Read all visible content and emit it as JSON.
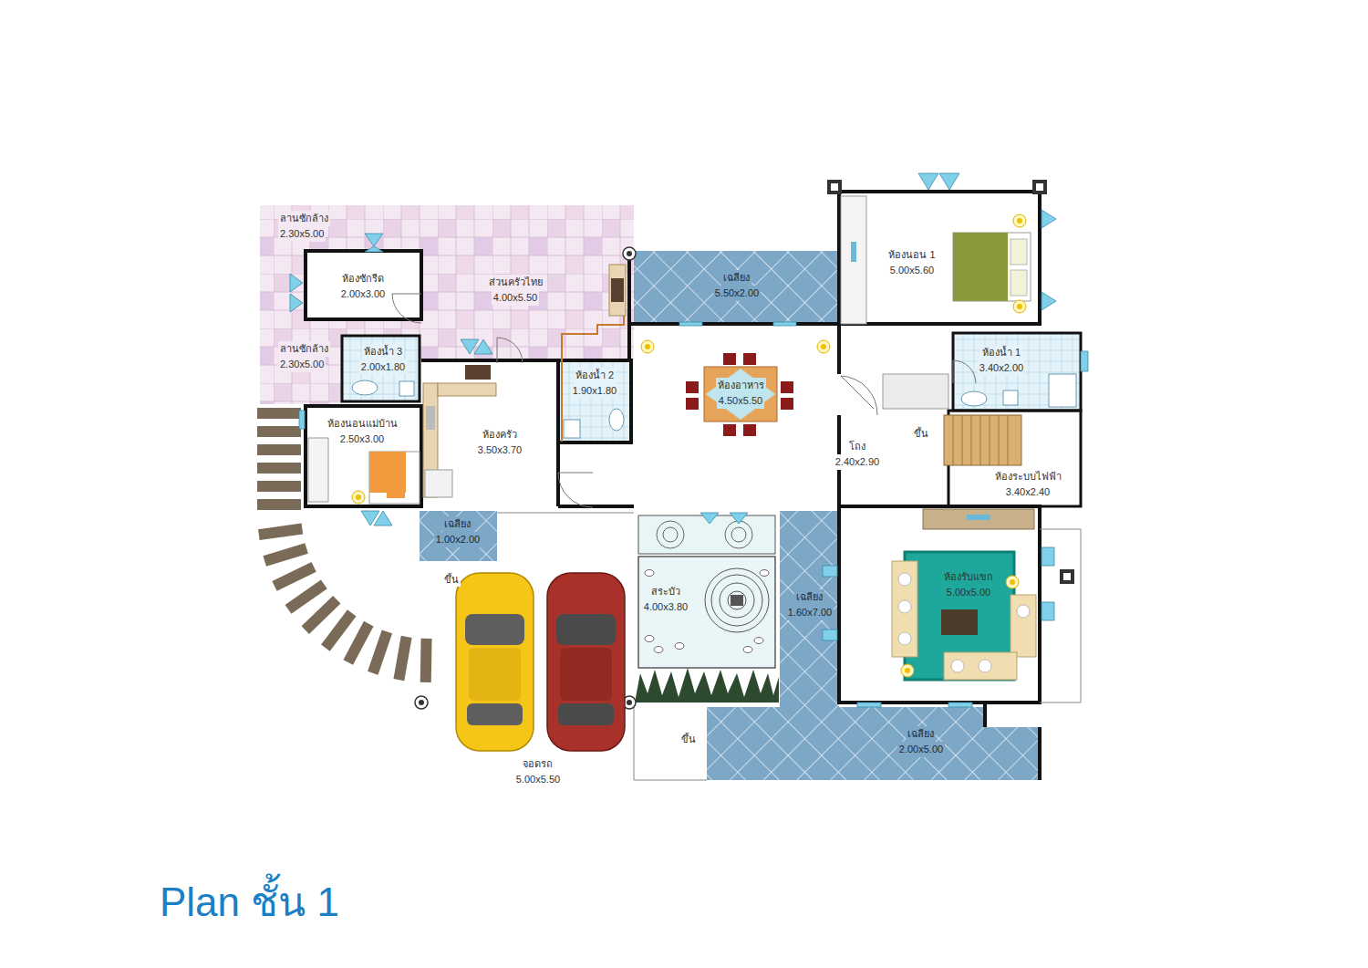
{
  "diagram": {
    "title": "Plan ชั้น 1",
    "nodes": [
      {
        "text": [
          "ลานซักล้าง",
          "2.30x5.00"
        ]
      },
      {
        "text": [
          "ห้องซักรีด",
          "2.00x3.00"
        ]
      },
      {
        "text": [
          "ส่วนครัวไทย",
          "4.00x5.50"
        ]
      },
      {
        "text": [
          "ลานซักล้าง",
          "2.30x5.00"
        ]
      },
      {
        "text": [
          "ห้องน้ำ 3",
          "2.00x1.80"
        ]
      },
      {
        "text": [
          "ห้องนอนแม่บ้าน",
          "2.50x3.00"
        ]
      },
      {
        "text": [
          "ห้องครัว",
          "3.50x3.70"
        ]
      },
      {
        "text": [
          "ห้องน้ำ 2",
          "1.90x1.80"
        ]
      },
      {
        "text": [
          "เฉลียง",
          "5.50x2.00"
        ]
      },
      {
        "text": [
          "ห้องอาหาร",
          "4.50x5.50"
        ]
      },
      {
        "text": [
          "ห้องนอน 1",
          "5.00x5.60"
        ]
      },
      {
        "text": [
          "ห้องน้ำ 1",
          "3.40x2.00"
        ]
      },
      {
        "text": [
          "โถง",
          "2.40x2.90"
        ]
      },
      {
        "text": [
          "ห้องระบบไฟฟ้า",
          "3.40x2.40"
        ]
      },
      {
        "text": [
          "เฉลียง",
          "1.00x2.00"
        ]
      },
      {
        "text": [
          "สระบัว",
          "4.00x3.80"
        ]
      },
      {
        "text": [
          "เฉลียง",
          "1.60x7.00"
        ]
      },
      {
        "text": [
          "ห้องรับแขก",
          "5.00x5.00"
        ]
      },
      {
        "text": [
          "เฉลียง",
          "2.00x5.00"
        ]
      },
      {
        "text": [
          "จอดรถ",
          "5.00x5.50"
        ]
      }
    ],
    "edges": [],
    "labels": [
      "ขึ้น",
      "ขึ้น",
      "ขึ้น"
    ]
  }
}
